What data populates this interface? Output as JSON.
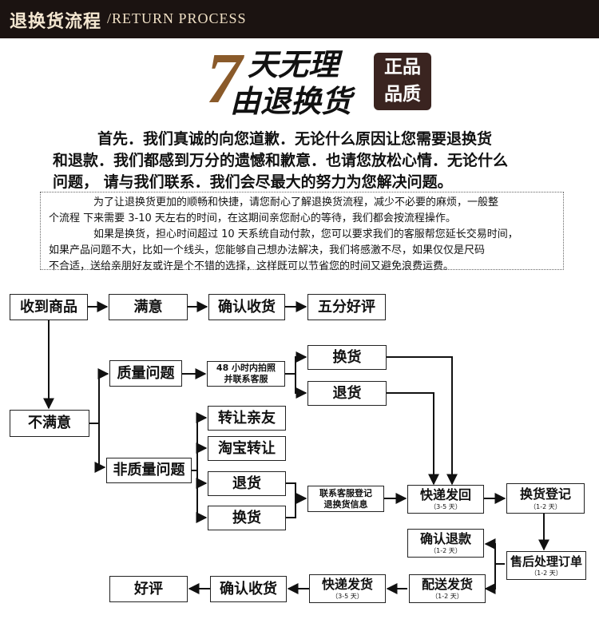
{
  "header": {
    "title_cn": "退换货流程",
    "title_en": "/RETURN PROCESS"
  },
  "hero": {
    "seven": "7",
    "line1": "天无理",
    "line2": "由退换货"
  },
  "badge": {
    "line1": "正品",
    "line2": "品质"
  },
  "intro": {
    "line1": "首先．我们真诚的向您道歉．无论什么原因让您需要退换货",
    "line2": "和退款．我们都感到万分的遗憾和歉意．也请您放松心情．无论什么",
    "line3": "问题， 请与我们联系．我们会尽最大的努力为您解决问题。"
  },
  "notice": {
    "line1": "为了让退换货更加的顺畅和快捷，请您耐心了解退换货流程，减少不必要的麻烦，一般整",
    "line2": "个流程 下来需要 3-10 天左右的时间，在这期间亲您耐心的等待，我们都会按流程操作。",
    "line3": "如果是换货，担心时间超过 10 天系统自动付款，您可以要求我们的客服帮您延长交易时间，",
    "line4": "如果产品问题不大，比如一个线头，您能够自己想办法解决，我们将感激不尽，如果仅仅是尺码",
    "line5": "不合适，送给亲朋好友或许是个不错的选择，这样既可以节省您的时间又避免浪费运费。"
  },
  "flow": {
    "received": "收到商品",
    "satisfied": "满意",
    "confirm_receipt": "确认收货",
    "five_star": "五分好评",
    "quality_issue": "质量问题",
    "photo_contact": "48 小时内拍照",
    "photo_contact2": "并联系客服",
    "exchange_a": "换货",
    "return_a": "退货",
    "unsatisfied": "不满意",
    "transfer_friend": "转让亲友",
    "taobao_transfer": "淘宝转让",
    "non_quality_issue": "非质量问题",
    "return_b": "退货",
    "exchange_b": "换货",
    "register_info": "联系客服登记",
    "register_info2": "退换货信息",
    "express_back": "快递发回",
    "express_back_days": "（3-5 天）",
    "exchange_register": "换货登记",
    "exchange_register_days": "（1-2 天）",
    "confirm_refund": "确认退款",
    "confirm_refund_days": "（1-2 天）",
    "after_sales": "售后处理订单",
    "after_sales_days": "（1-2 天）",
    "ship_out": "配送发货",
    "ship_out_days": "（1-2 天）",
    "express_ship": "快递发货",
    "express_ship_days": "（3-5 天）",
    "confirm_receipt_2": "确认收货",
    "good_review": "好评"
  }
}
